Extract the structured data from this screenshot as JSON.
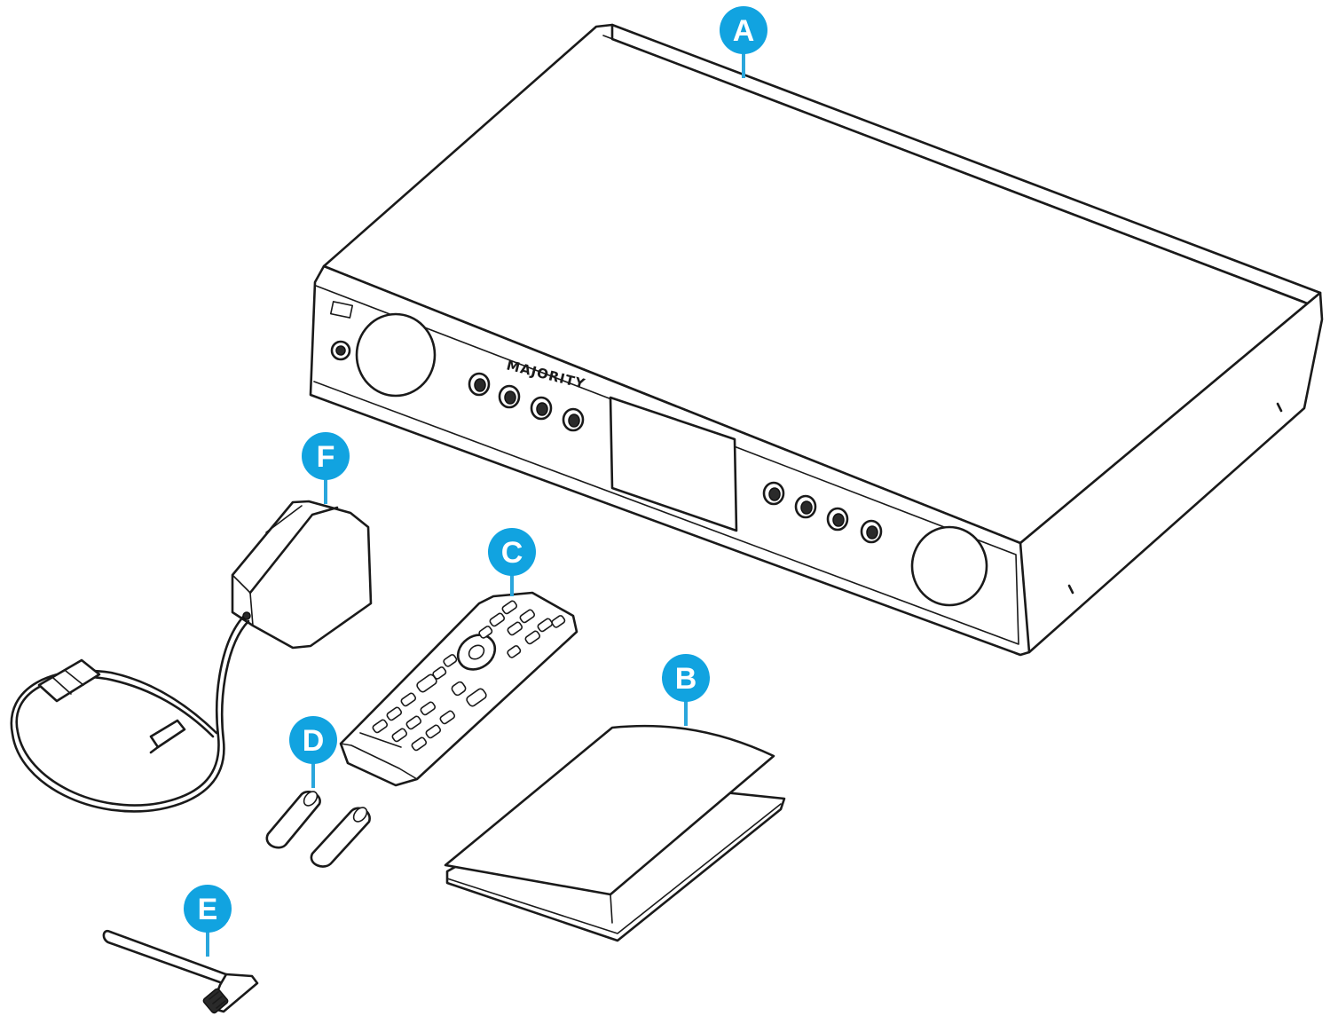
{
  "callouts": {
    "A": "A",
    "B": "B",
    "C": "C",
    "D": "D",
    "E": "E",
    "F": "F"
  },
  "device": {
    "brand": "MAJORITY"
  },
  "colors": {
    "callout": "#11a3e0",
    "line": "#1a1a1a"
  }
}
